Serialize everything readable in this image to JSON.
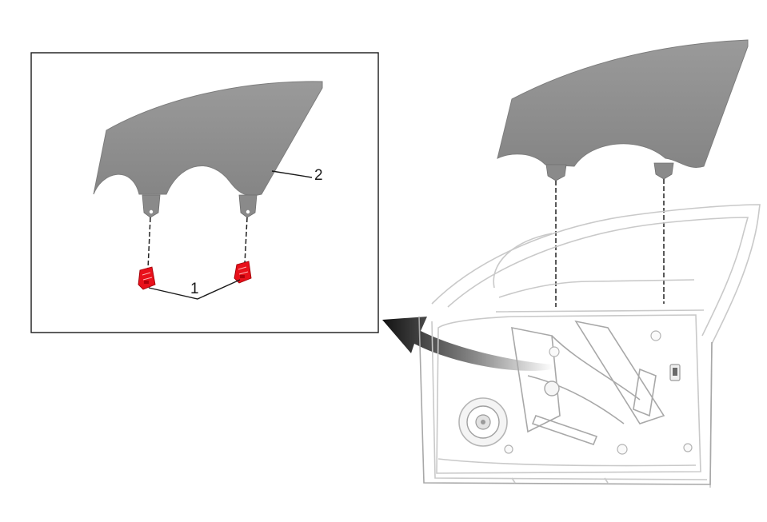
{
  "detail_view": {
    "callouts": [
      {
        "id": "1",
        "text": "1"
      },
      {
        "id": "2",
        "text": "2"
      }
    ]
  },
  "colors": {
    "glass": "#8f8f8f",
    "clip_highlight": "#e8101a",
    "frame": "#1a1a1a",
    "door_outline": "#c9c9c9"
  }
}
